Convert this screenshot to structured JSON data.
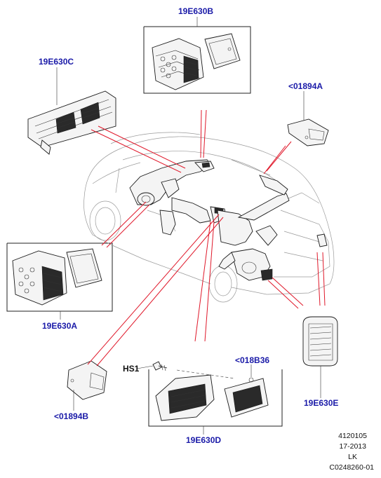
{
  "labels": {
    "top_vent": "19E630B",
    "left_upper_vent": "19E630C",
    "right_duct_upper": "<01894A",
    "left_lower_vent": "19E630A",
    "lower_duct": "<01894B",
    "screw": "HS1",
    "clip": "<018B36",
    "bottom_vent": "19E630D",
    "rear_vent": "19E630E"
  },
  "footer": {
    "line1": "4120105",
    "line2": "17-2013",
    "line3": "LK",
    "line4": "C0248260-01"
  },
  "colors": {
    "label": "#1a1aa8",
    "leader_lines": "#e0182a",
    "linework": "#1a1a1a"
  }
}
